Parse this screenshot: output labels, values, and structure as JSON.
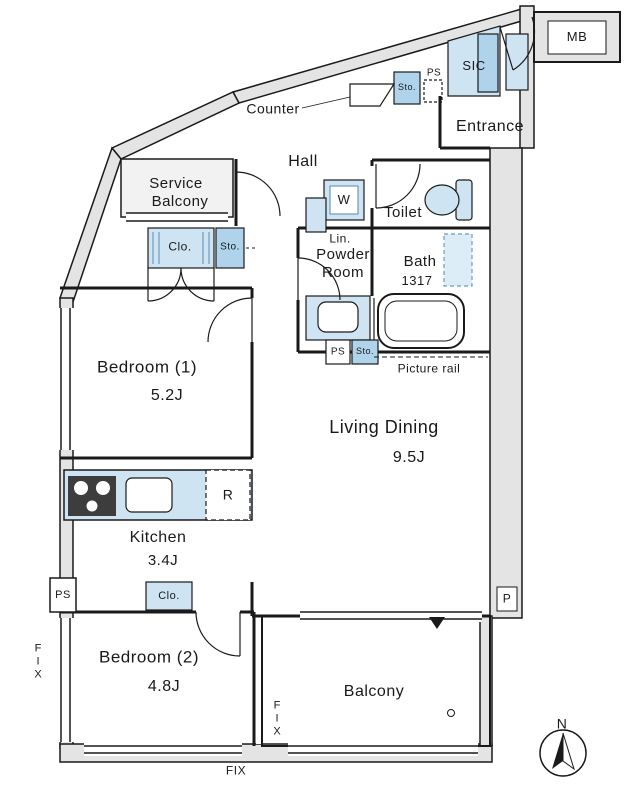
{
  "plan": {
    "rooms": {
      "mb": "MB",
      "sic": "SIC",
      "entrance": "Entrance",
      "hall": "Hall",
      "service_balcony_1": "Service",
      "service_balcony_2": "Balcony",
      "toilet": "Toilet",
      "powder_1": "Powder",
      "powder_2": "Room",
      "bath": "Bath",
      "bath_size": "1317",
      "bedroom1": "Bedroom (1)",
      "bedroom1_size": "5.2J",
      "living_dining": "Living Dining",
      "living_dining_size": "9.5J",
      "kitchen": "Kitchen",
      "kitchen_size": "3.4J",
      "bedroom2": "Bedroom (2)",
      "bedroom2_size": "4.8J",
      "balcony": "Balcony"
    },
    "fixtures": {
      "counter": "Counter",
      "washer": "W",
      "linen": "Lin.",
      "closet_bedroom1": "Clo.",
      "closet_bedroom2": "Clo.",
      "storage_entrance": "Sto.",
      "storage_hall": "Sto.",
      "storage_powder": "Sto.",
      "ps_entrance": "PS",
      "ps_powder": "PS",
      "ps_kitchen": "PS",
      "refrigerator": "R",
      "picture_rail": "Picture rail",
      "pipe_shaft": "P",
      "fix_left": "FIX",
      "fix_center": "FIX",
      "fix_bottom": "FIX"
    },
    "compass": {
      "north": "N"
    },
    "colors": {
      "wall_fill": "#e4e4e4",
      "fixture_fill": "#cfe4f2",
      "fixture_fill_dark": "#aed3ea",
      "fixture_fill_light": "#dcedf7",
      "line": "#1a1a1a"
    }
  }
}
